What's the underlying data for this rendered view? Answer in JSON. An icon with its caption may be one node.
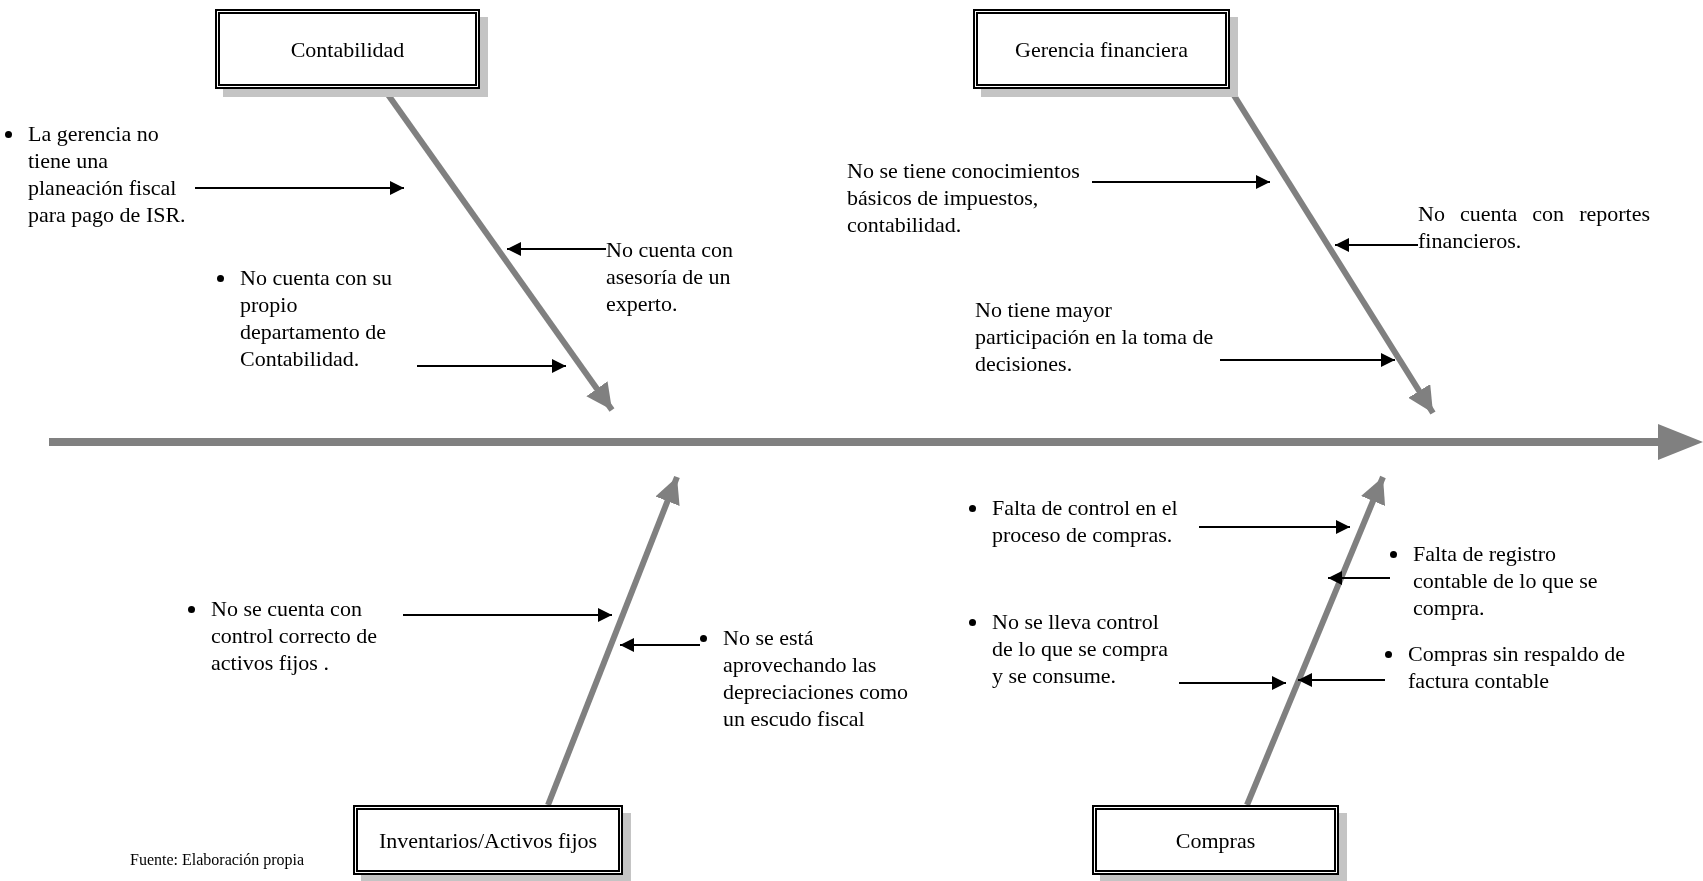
{
  "diagram": {
    "caption": "Fuente: Elaboración propia",
    "nodes": [
      {
        "text": [
          "Contabilidad"
        ]
      },
      {
        "text": [
          "Gerencia financiera"
        ]
      },
      {
        "text": [
          "La gerencia no tiene una planeación fiscal para pago de ISR."
        ]
      },
      {
        "text": [
          "No se tiene conocimientos básicos de impuestos, contabilidad."
        ]
      },
      {
        "text": [
          "No cuenta con reportes financieros."
        ]
      },
      {
        "text": [
          "No cuenta con asesoría de un experto."
        ]
      },
      {
        "text": [
          "No cuenta con su propio departamento de Contabilidad."
        ]
      },
      {
        "text": [
          "No tiene mayor participación en la toma de decisiones."
        ]
      },
      {
        "text": [
          "Falta de control en el proceso de compras."
        ]
      },
      {
        "text": [
          "Falta de registro contable de lo que se compra."
        ]
      },
      {
        "text": [
          "No se cuenta con control correcto de activos fijos ."
        ]
      },
      {
        "text": [
          "No se está aprovechando las depreciaciones como un escudo fiscal"
        ]
      },
      {
        "text": [
          "No se lleva control de lo que se compra y se consume."
        ]
      },
      {
        "text": [
          "Compras sin respaldo de factura contable"
        ]
      },
      {
        "text": [
          "Inventarios/Activos fijos"
        ]
      },
      {
        "text": [
          "Compras"
        ]
      }
    ],
    "edges": [
      {
        "from": 0,
        "to": null,
        "arrow": "to",
        "style": "thick",
        "color": "#808080"
      },
      {
        "from": 1,
        "to": null,
        "arrow": "to",
        "style": "thick",
        "color": "#808080"
      },
      {
        "from": 14,
        "to": null,
        "arrow": "to",
        "style": "thick",
        "color": "#808080"
      },
      {
        "from": 15,
        "to": null,
        "arrow": "to",
        "style": "thick",
        "color": "#808080"
      },
      {
        "from": 2,
        "to": null,
        "arrow": "to"
      },
      {
        "from": 3,
        "to": null,
        "arrow": "to"
      },
      {
        "from": 4,
        "to": null,
        "arrow": "to"
      },
      {
        "from": 5,
        "to": null,
        "arrow": "to"
      },
      {
        "from": 6,
        "to": null,
        "arrow": "to"
      },
      {
        "from": 7,
        "to": null,
        "arrow": "to"
      },
      {
        "from": 8,
        "to": null,
        "arrow": "to"
      },
      {
        "from": 9,
        "to": null,
        "arrow": "to"
      },
      {
        "from": 10,
        "to": null,
        "arrow": "to"
      },
      {
        "from": 11,
        "to": null,
        "arrow": "to"
      },
      {
        "from": 12,
        "to": null,
        "arrow": "to"
      },
      {
        "from": 13,
        "to": null,
        "arrow": "to"
      }
    ]
  }
}
